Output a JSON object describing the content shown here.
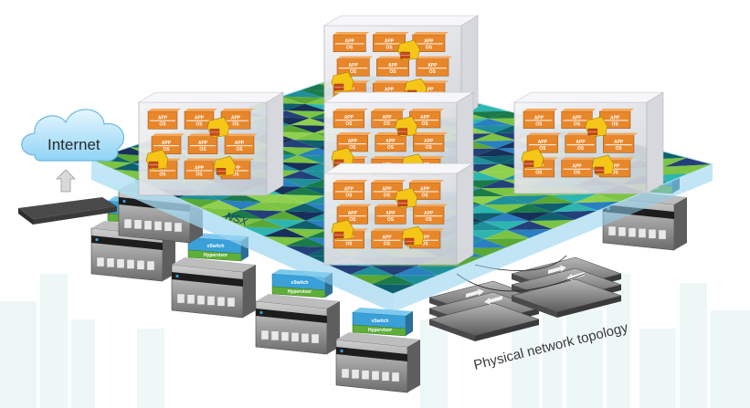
{
  "labels": {
    "internet": "Internet",
    "nsx": "NSX",
    "physical_topology": "Physical network topology",
    "vswitch": "vSwitch",
    "hypervisor": "Hypervisor",
    "app": "APP",
    "os": "OS"
  },
  "colors": {
    "fabric_teal": "#1f8f9a",
    "fabric_green": "#5aa835",
    "fabric_navy": "#16305a",
    "fabric_blue": "#2a7fc1",
    "vm_orange": "#e8862a",
    "firewall_yellow": "#f5c518",
    "cloud_blue": "#aee3fb",
    "vswitch_blue": "#3aa0d8",
    "hypervisor_green": "#5fae3a",
    "server_gray": "#8a8a8a"
  },
  "icons": [
    "cloud-icon",
    "firewall-icon",
    "vm-icon",
    "server-icon",
    "switch-icon",
    "router-icon"
  ]
}
